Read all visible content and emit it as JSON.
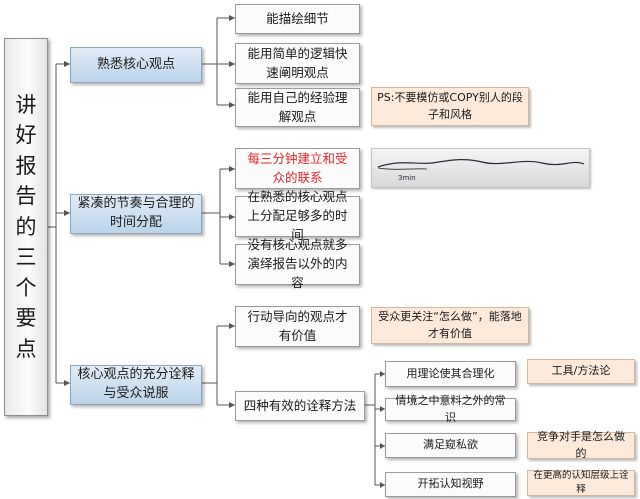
{
  "root": {
    "label": "讲好报告的三个要点"
  },
  "branches": [
    {
      "label": "熟悉核心观点",
      "children": [
        {
          "label": "能描绘细节"
        },
        {
          "label": "能用简单的逻辑快速阐明观点"
        },
        {
          "label": "能用自己的经验理解观点"
        }
      ],
      "note": "PS:不要模仿或COPY别人的段子和风格"
    },
    {
      "label": "紧凑的节奏与合理的时间分配",
      "children": [
        {
          "label": "每三分钟建立和受众的联系"
        },
        {
          "label": "在熟悉的核心观点上分配足够多的时间"
        },
        {
          "label": "没有核心观点就多演绎报告以外的内容"
        }
      ],
      "photo_caption": "3min"
    },
    {
      "label": "核心观点的充分诠释与受众说服",
      "children": [
        {
          "label": "行动导向的观点才有价值"
        },
        {
          "label": "四种有效的诠释方法"
        }
      ],
      "note": "受众更关注“怎么做”，能落地才有价值",
      "methods": [
        {
          "label": "用理论使其合理化",
          "note": "工具/方法论"
        },
        {
          "label": "情境之中意料之外的常识",
          "note": ""
        },
        {
          "label": "满足窥私欲",
          "note": "竞争对手是怎么做的"
        },
        {
          "label": "开拓认知视野",
          "note": "在更高的认知层级上诠释"
        }
      ]
    }
  ],
  "colors": {
    "branch_fill": "#c8dbee",
    "note_fill": "#fdeadb",
    "highlight_text": "#e0262a",
    "line": "#555555"
  }
}
